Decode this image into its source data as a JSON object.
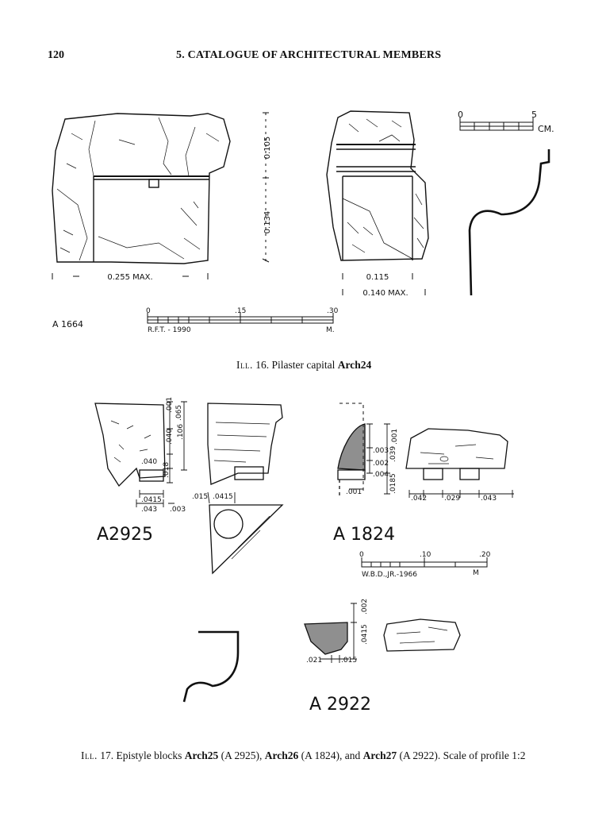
{
  "header": {
    "page_number": "120",
    "running_title": "5. CATALOGUE OF ARCHITECTURAL MEMBERS"
  },
  "figure16": {
    "front_width": "0.255 MAX.",
    "height_upper": "0.105",
    "height_lower": "0.134",
    "side_width_inner": "0.115",
    "side_width_max": "0.140 MAX.",
    "inventory": "A 1664",
    "scale_small": {
      "zero": "0",
      "five": "5",
      "unit": "CM."
    },
    "scale_large": {
      "zero": "0",
      "mid": ".15",
      "end": ".30",
      "credit": "R.F.T. - 1990",
      "unit": "M."
    },
    "caption": {
      "label": "Ill.",
      "number": "16.",
      "text": "Pilaster capital",
      "ref": "Arch24"
    }
  },
  "figure17": {
    "a2925": {
      "inventory": "A2925",
      "dims": [
        ".001",
        ".065",
        ".106",
        ".040",
        ".040",
        ".018",
        ".0415",
        ".043",
        ".003",
        ".015",
        ".0415"
      ]
    },
    "a1824": {
      "inventory": "A 1824",
      "dims": [
        ".001",
        ".039",
        ".003",
        ".002",
        ".004",
        ".0185",
        ".001",
        ".042",
        ".029",
        ".043"
      ]
    },
    "scale": {
      "zero": "0",
      "mid": ".10",
      "end": ".20",
      "credit": "W.B.D.,JR.-1966",
      "unit": "M"
    },
    "a2922": {
      "inventory": "A 2922",
      "dims": [
        ".002",
        ".0415",
        ".021",
        ".015"
      ]
    },
    "caption": {
      "label": "Ill.",
      "number": "17.",
      "lead": "Epistyle blocks",
      "ref1": "Arch25",
      "inv1": "(A 2925),",
      "ref2": "Arch26",
      "inv2": "(A 1824), and",
      "ref3": "Arch27",
      "inv3": "(A 2922).",
      "scale_note": "Scale of profile 1:2"
    }
  }
}
